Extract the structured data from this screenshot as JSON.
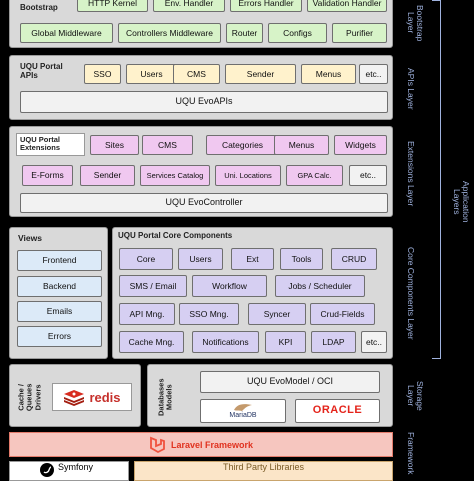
{
  "bootstrap": {
    "title": "Bootstrap",
    "row1": [
      "HTTP Kernel",
      "Env. Handler",
      "Errors Handler",
      "Validation Handler"
    ],
    "row2": [
      "Global Middleware",
      "Controllers Middleware",
      "Router",
      "Configs",
      "Purifier"
    ],
    "side_label": "Bootstrap Layer"
  },
  "apis": {
    "title": "UQU Portal APIs",
    "items": [
      "SSO",
      "Users",
      "CMS",
      "Sender",
      "Menus"
    ],
    "more": "etc..",
    "bar": "UQU EvoAPIs",
    "side_label": "APIs Layer"
  },
  "extensions": {
    "title": "UQU Portal Extensions",
    "row1": [
      "Sites",
      "CMS",
      "Categories",
      "Menus",
      "Widgets"
    ],
    "row2": [
      "E-Forms",
      "Sender",
      "Services Catalog",
      "Uni. Locations",
      "GPA Calc."
    ],
    "more": "etc..",
    "bar": "UQU EvoController",
    "side_label": "Extensions Layer"
  },
  "application_label": "Application Layers",
  "views": {
    "title": "Views",
    "items": [
      "Frontend",
      "Backend",
      "Emails",
      "Errors"
    ]
  },
  "core": {
    "title": "UQU Portal Core Components",
    "row1": [
      "Core",
      "Users",
      "Ext",
      "Tools",
      "CRUD"
    ],
    "row2": [
      "SMS / Email",
      "Workflow",
      "Jobs / Scheduler"
    ],
    "row3": [
      "API Mng.",
      "SSO Mng.",
      "Syncer",
      "Crud-Fields"
    ],
    "row4": [
      "Cache Mng.",
      "Notifications",
      "KPI",
      "LDAP"
    ],
    "more": "etc..",
    "side_label": "Core Components Layer"
  },
  "storage": {
    "cache_title": "Cache / Queues Drivers",
    "redis": "redis",
    "db_title": "Databases Models",
    "model_bar": "UQU EvoModel / OCI",
    "mariadb": "MariaDB",
    "oracle": "ORACLE",
    "side_label": "Storage Layer"
  },
  "framework": {
    "laravel": "Laravel Framework",
    "symfony": "Symfony",
    "third_party": "Third Party Libraries",
    "side_label": "Framework"
  },
  "colors": {
    "laravel": "#f05340",
    "oracle": "#e4241b",
    "redis": "#c6302b",
    "accent_label": "#9fb2de"
  }
}
